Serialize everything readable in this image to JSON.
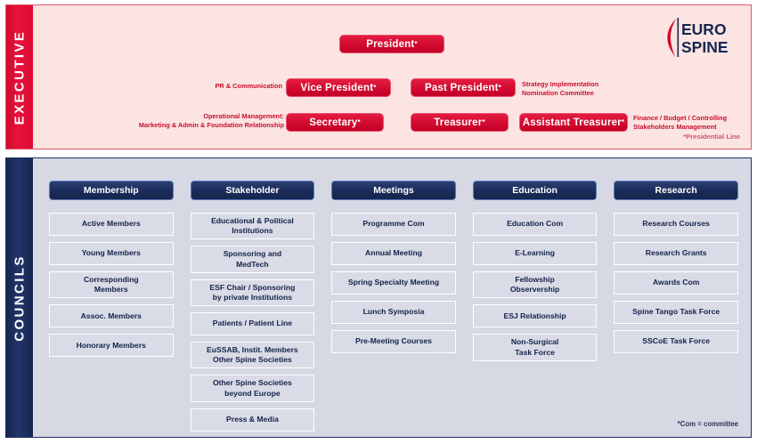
{
  "executive": {
    "sidebar_label": "EXECUTIVE",
    "footnote": "*Presidential Line",
    "roles": {
      "president": "President",
      "vice_president": "Vice President",
      "past_president": "Past President",
      "secretary": "Secretary",
      "treasurer": "Treasurer",
      "assistant_treasurer": "Assistant Treasurer"
    },
    "star": "*",
    "annotations": {
      "pr_communication": "PR & Communication",
      "operational_management": "Operational Management:\nMarketing & Admin & Foundation Relationship",
      "strategy": "Strategy Implementation\nNomination Committee",
      "finance": "Finance / Budget / Controlling\nStakeholders Management"
    }
  },
  "logo": {
    "line1": "EURO",
    "line2": "SPINE",
    "swoosh_color": "#d40a2e",
    "text_color": "#16264f"
  },
  "councils": {
    "sidebar_label": "COUNCILS",
    "footnote": "*Com = committee",
    "columns": [
      {
        "header": "Membership",
        "items": [
          "Active Members",
          "Young Members",
          "Corresponding\nMembers",
          "Assoc. Members",
          "Honorary Members"
        ]
      },
      {
        "header": "Stakeholder",
        "items": [
          "Educational & Political\nInstitutions",
          "Sponsoring and\nMedTech",
          "ESF Chair / Sponsoring\nby private Institutions",
          "Patients / Patient Line",
          "EuSSAB, Instit. Members\nOther Spine Societies",
          "Other Spine Societies\nbeyond Europe",
          "Press & Media"
        ]
      },
      {
        "header": "Meetings",
        "items": [
          "Programme Com",
          "Annual Meeting",
          "Spring Specialty Meeting",
          "Lunch Symposia",
          "Pre-Meeting Courses"
        ]
      },
      {
        "header": "Education",
        "items": [
          "Education Com",
          "E-Learning",
          "Fellowship\nObservership",
          "ESJ Relationship",
          "Non-Surgical\nTask Force"
        ]
      },
      {
        "header": "Research",
        "items": [
          "Research Courses",
          "Research Grants",
          "Awards Com",
          "Spine Tango Task Force",
          "SSCoE Task Force"
        ]
      }
    ]
  },
  "colors": {
    "executive_red": "#d20a30",
    "executive_bg": "#fce4e2",
    "councils_navy": "#16264f",
    "councils_bg": "#d6d8e4"
  }
}
